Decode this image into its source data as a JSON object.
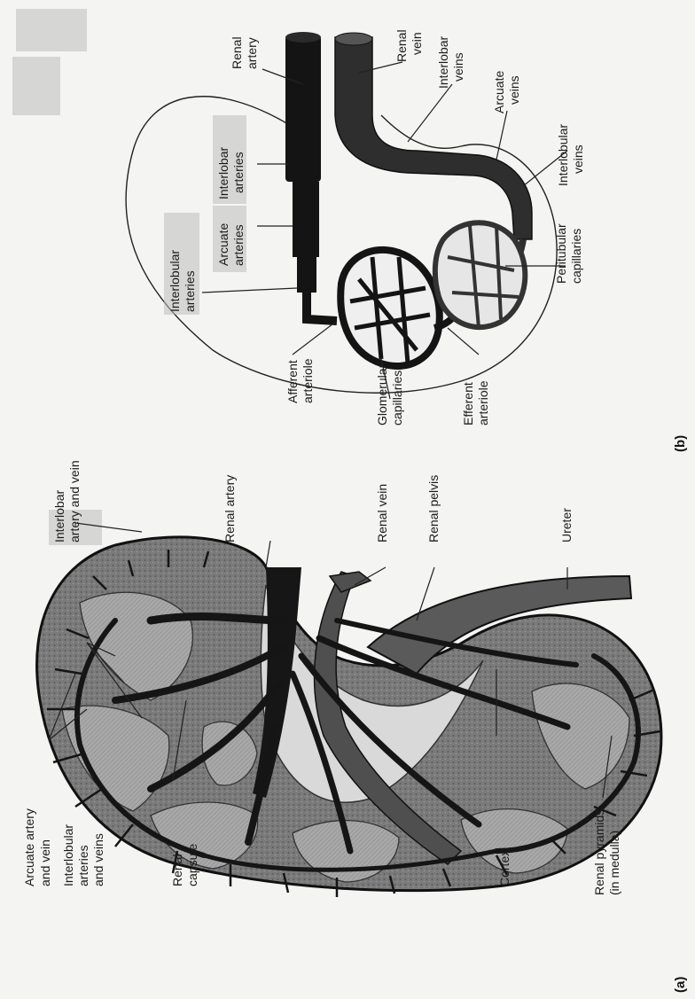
{
  "panel_a": {
    "tag": "(a)",
    "labels": {
      "arcuate_l1": "Arcuate artery",
      "arcuate_l2": "and vein",
      "interlobular_l1": "Interlobular",
      "interlobular_l2": "arteries",
      "interlobular_l3": "and veins",
      "capsule_l1": "Renal",
      "capsule_l2": "capsule",
      "cortex": "Cortex",
      "pyramids_l1": "Renal pyramids",
      "pyramids_l2": "(in medulla)",
      "interlobar_l1": "Interlobar",
      "interlobar_l2": "artery and vein",
      "renal_artery": "Renal artery",
      "renal_vein": "Renal vein",
      "renal_pelvis": "Renal pelvis",
      "ureter": "Ureter"
    }
  },
  "panel_b": {
    "tag": "(b)",
    "labels": {
      "renal_artery_l1": "Renal",
      "renal_artery_l2": "artery",
      "renal_vein_l1": "Renal",
      "renal_vein_l2": "vein",
      "interlobar_veins_l1": "Interlobar",
      "interlobar_veins_l2": "veins",
      "arcuate_veins_l1": "Arcuate",
      "arcuate_veins_l2": "veins",
      "interlobular_veins_l1": "Interlobular",
      "interlobular_veins_l2": "veins",
      "peritubular_l1": "Peritubular",
      "peritubular_l2": "capillaries",
      "efferent_l1": "Efferent",
      "efferent_l2": "arteriole",
      "glomerular_l1": "Glomerular",
      "glomerular_l2": "capillaries",
      "afferent_l1": "Afferent",
      "afferent_l2": "arteriole",
      "interlobular_arteries_l1": "Interlobular",
      "interlobular_arteries_l2": "arteries",
      "arcuate_arteries_l1": "Arcuate",
      "arcuate_arteries_l2": "arteries",
      "interlobar_arteries_l1": "Interlobar",
      "interlobar_arteries_l2": "arteries"
    }
  },
  "colors": {
    "vessel": "#1b1b1b",
    "kidney_fill": "#6e6e6e",
    "pyramid": "#9a9a9a",
    "highlight": "#bdbdbd"
  }
}
